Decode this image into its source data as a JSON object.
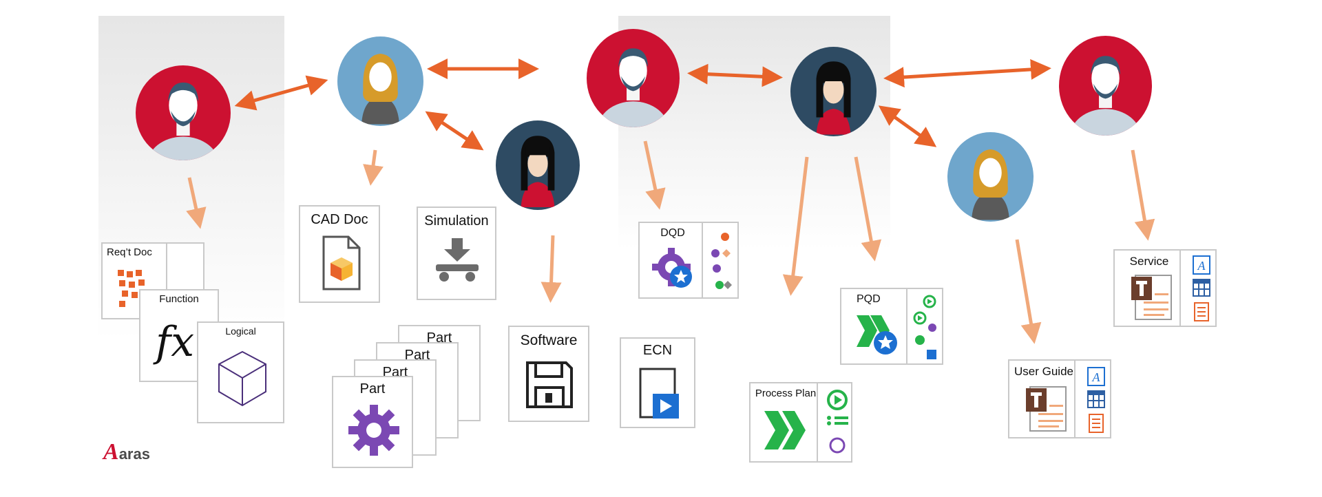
{
  "cards": {
    "reqt_doc": "Req’t Doc",
    "function": "Function",
    "logical": "Logical",
    "cad_doc": "CAD Doc",
    "simulation": "Simulation",
    "part_stack": [
      "Part",
      "Part",
      "Part",
      "Part"
    ],
    "software": "Software",
    "dqd": "DQD",
    "ecn": "ECN",
    "process_plan": "Process Plan",
    "pqd": "PQD",
    "user_guide": "User Guide",
    "service": "Service"
  },
  "logo": {
    "text": "aras",
    "mark": "A"
  },
  "colors": {
    "red_avatar": "#cc1131",
    "blue_avatar": "#6fa6cc",
    "navy_avatar": "#2e4b63",
    "orange_arrow": "#e8632a",
    "light_arrow": "#f0a87a",
    "purple_gear": "#7b48b3",
    "blue_icon": "#1c6fd1",
    "green_icon": "#26b34a",
    "brown_doc": "#6b3e2c"
  },
  "icons": [
    "person-avatar",
    "cad-cube-icon",
    "simulation-press-icon",
    "gear-icon",
    "floppy-disk-icon",
    "play-icon",
    "chevron-icon",
    "document-t-icon",
    "fx-icon",
    "cube-outline-icon"
  ]
}
